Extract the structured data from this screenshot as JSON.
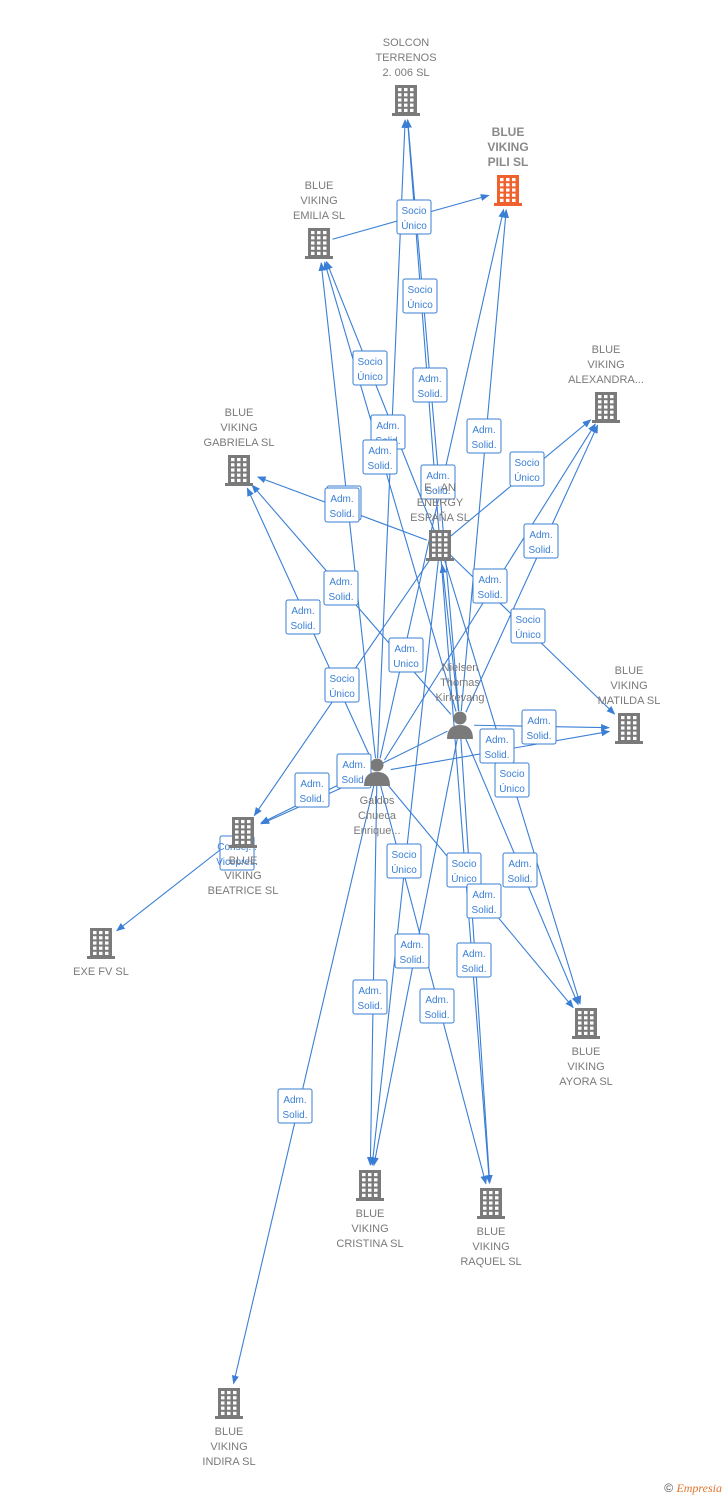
{
  "colors": {
    "edge": "#3a7fd5",
    "company": "#7a7a7a",
    "main_company": "#f0622d",
    "person": "#7a7a7a"
  },
  "nodes": [
    {
      "id": "solcon",
      "type": "company",
      "label": [
        "SOLCON",
        "TERRENOS",
        "2. 006  SL"
      ]
    },
    {
      "id": "pili",
      "type": "company",
      "main": true,
      "label": [
        "BLUE",
        "VIKING",
        "PILI  SL"
      ]
    },
    {
      "id": "emilia",
      "type": "company",
      "label": [
        "BLUE",
        "VIKING",
        "EMILIA  SL"
      ]
    },
    {
      "id": "alexandra",
      "type": "company",
      "label": [
        "BLUE",
        "VIKING",
        "ALEXANDRA..."
      ]
    },
    {
      "id": "gabriela",
      "type": "company",
      "label": [
        "BLUE",
        "VIKING",
        "GABRIELA  SL"
      ]
    },
    {
      "id": "energy",
      "type": "company",
      "label": [
        "E...AN",
        "ENERGY",
        "ESPAÑA  SL"
      ]
    },
    {
      "id": "nielsen",
      "type": "person",
      "label": [
        "Nielsen",
        "Thomas",
        "Kirkevang"
      ]
    },
    {
      "id": "matilda",
      "type": "company",
      "label": [
        "BLUE",
        "VIKING",
        "MATILDA  SL"
      ]
    },
    {
      "id": "galdos",
      "type": "person",
      "label": [
        "Galdos",
        "Chueca",
        "Enrique..."
      ]
    },
    {
      "id": "beatrice",
      "type": "company",
      "label": [
        "BLUE",
        "VIKING",
        "BEATRICE  SL"
      ]
    },
    {
      "id": "exe",
      "type": "company",
      "label": [
        "EXE FV SL"
      ]
    },
    {
      "id": "ayora",
      "type": "company",
      "label": [
        "BLUE",
        "VIKING",
        "AYORA  SL"
      ]
    },
    {
      "id": "cristina",
      "type": "company",
      "label": [
        "BLUE",
        "VIKING",
        "CRISTINA  SL"
      ]
    },
    {
      "id": "raquel",
      "type": "company",
      "label": [
        "BLUE",
        "VIKING",
        "RAQUEL  SL"
      ]
    },
    {
      "id": "indira",
      "type": "company",
      "label": [
        "BLUE",
        "VIKING",
        "INDIRA  SL"
      ]
    }
  ],
  "edges": [
    {
      "from": "emilia",
      "to": "pili",
      "label": [
        "Socio",
        "Único"
      ]
    },
    {
      "from": "energy",
      "to": "solcon",
      "label": [
        "Socio",
        "Único"
      ]
    },
    {
      "from": "energy",
      "to": "emilia",
      "label": [
        "Socio",
        "Único"
      ]
    },
    {
      "from": "energy",
      "to": "gabriela",
      "label": [
        "Adm.",
        "Solid."
      ]
    },
    {
      "from": "energy",
      "to": "alexandra",
      "label": [
        "Socio",
        "Único"
      ]
    },
    {
      "from": "energy",
      "to": "matilda",
      "label": [
        "Socio",
        "Único"
      ]
    },
    {
      "from": "energy",
      "to": "beatrice",
      "label": [
        "Socio",
        "Único"
      ]
    },
    {
      "from": "energy",
      "to": "ayora",
      "label": [
        "Socio",
        "Único"
      ]
    },
    {
      "from": "energy",
      "to": "cristina",
      "label": [
        "Socio",
        "Único"
      ]
    },
    {
      "from": "energy",
      "to": "raquel",
      "label": [
        "Socio",
        "Único"
      ]
    },
    {
      "from": "nielsen",
      "to": "solcon",
      "label": [
        "Adm.",
        "Solid."
      ]
    },
    {
      "from": "nielsen",
      "to": "pili",
      "label": [
        "Adm.",
        "Solid."
      ]
    },
    {
      "from": "nielsen",
      "to": "emilia",
      "label": [
        "Adm.",
        "Solid."
      ]
    },
    {
      "from": "nielsen",
      "to": "gabriela",
      "label": [
        "Adm.",
        "Solid."
      ]
    },
    {
      "from": "nielsen",
      "to": "alexandra",
      "label": [
        "Adm.",
        "Solid."
      ]
    },
    {
      "from": "nielsen",
      "to": "matilda",
      "label": [
        "Adm.",
        "Solid."
      ]
    },
    {
      "from": "nielsen",
      "to": "beatrice",
      "label": [
        "Adm.",
        "Solid."
      ]
    },
    {
      "from": "nielsen",
      "to": "ayora",
      "label": [
        "Adm.",
        "Solid."
      ]
    },
    {
      "from": "nielsen",
      "to": "cristina",
      "label": [
        "Adm.",
        "Solid."
      ]
    },
    {
      "from": "nielsen",
      "to": "raquel",
      "label": [
        "Adm.",
        "Solid."
      ]
    },
    {
      "from": "nielsen",
      "to": "energy",
      "label": [
        "Adm.",
        "Unico"
      ]
    },
    {
      "from": "galdos",
      "to": "solcon",
      "label": [
        "Adm.",
        "Solid."
      ]
    },
    {
      "from": "galdos",
      "to": "pili",
      "label": [
        "Adm.",
        "Solid."
      ]
    },
    {
      "from": "galdos",
      "to": "emilia",
      "label": [
        "Adm.",
        "Solid."
      ]
    },
    {
      "from": "galdos",
      "to": "gabriela",
      "label": [
        "Adm.",
        "Solid."
      ]
    },
    {
      "from": "galdos",
      "to": "alexandra",
      "label": [
        "Adm.",
        "Solid."
      ]
    },
    {
      "from": "galdos",
      "to": "matilda",
      "label": [
        "Adm.",
        "Solid."
      ]
    },
    {
      "from": "galdos",
      "to": "beatrice",
      "label": [
        "Adm.",
        "Solid."
      ]
    },
    {
      "from": "galdos",
      "to": "ayora",
      "label": [
        "Adm.",
        "Solid."
      ]
    },
    {
      "from": "galdos",
      "to": "cristina",
      "label": [
        "Adm.",
        "Solid."
      ]
    },
    {
      "from": "galdos",
      "to": "raquel",
      "label": [
        "Adm.",
        "Solid."
      ]
    },
    {
      "from": "galdos",
      "to": "indira",
      "label": [
        "Adm.",
        "Solid."
      ]
    },
    {
      "from": "beatrice",
      "to": "exe",
      "label": [
        "Consej. .",
        "Vicepres."
      ]
    }
  ],
  "footer": {
    "copyright": "©",
    "brand": "Empresia"
  }
}
